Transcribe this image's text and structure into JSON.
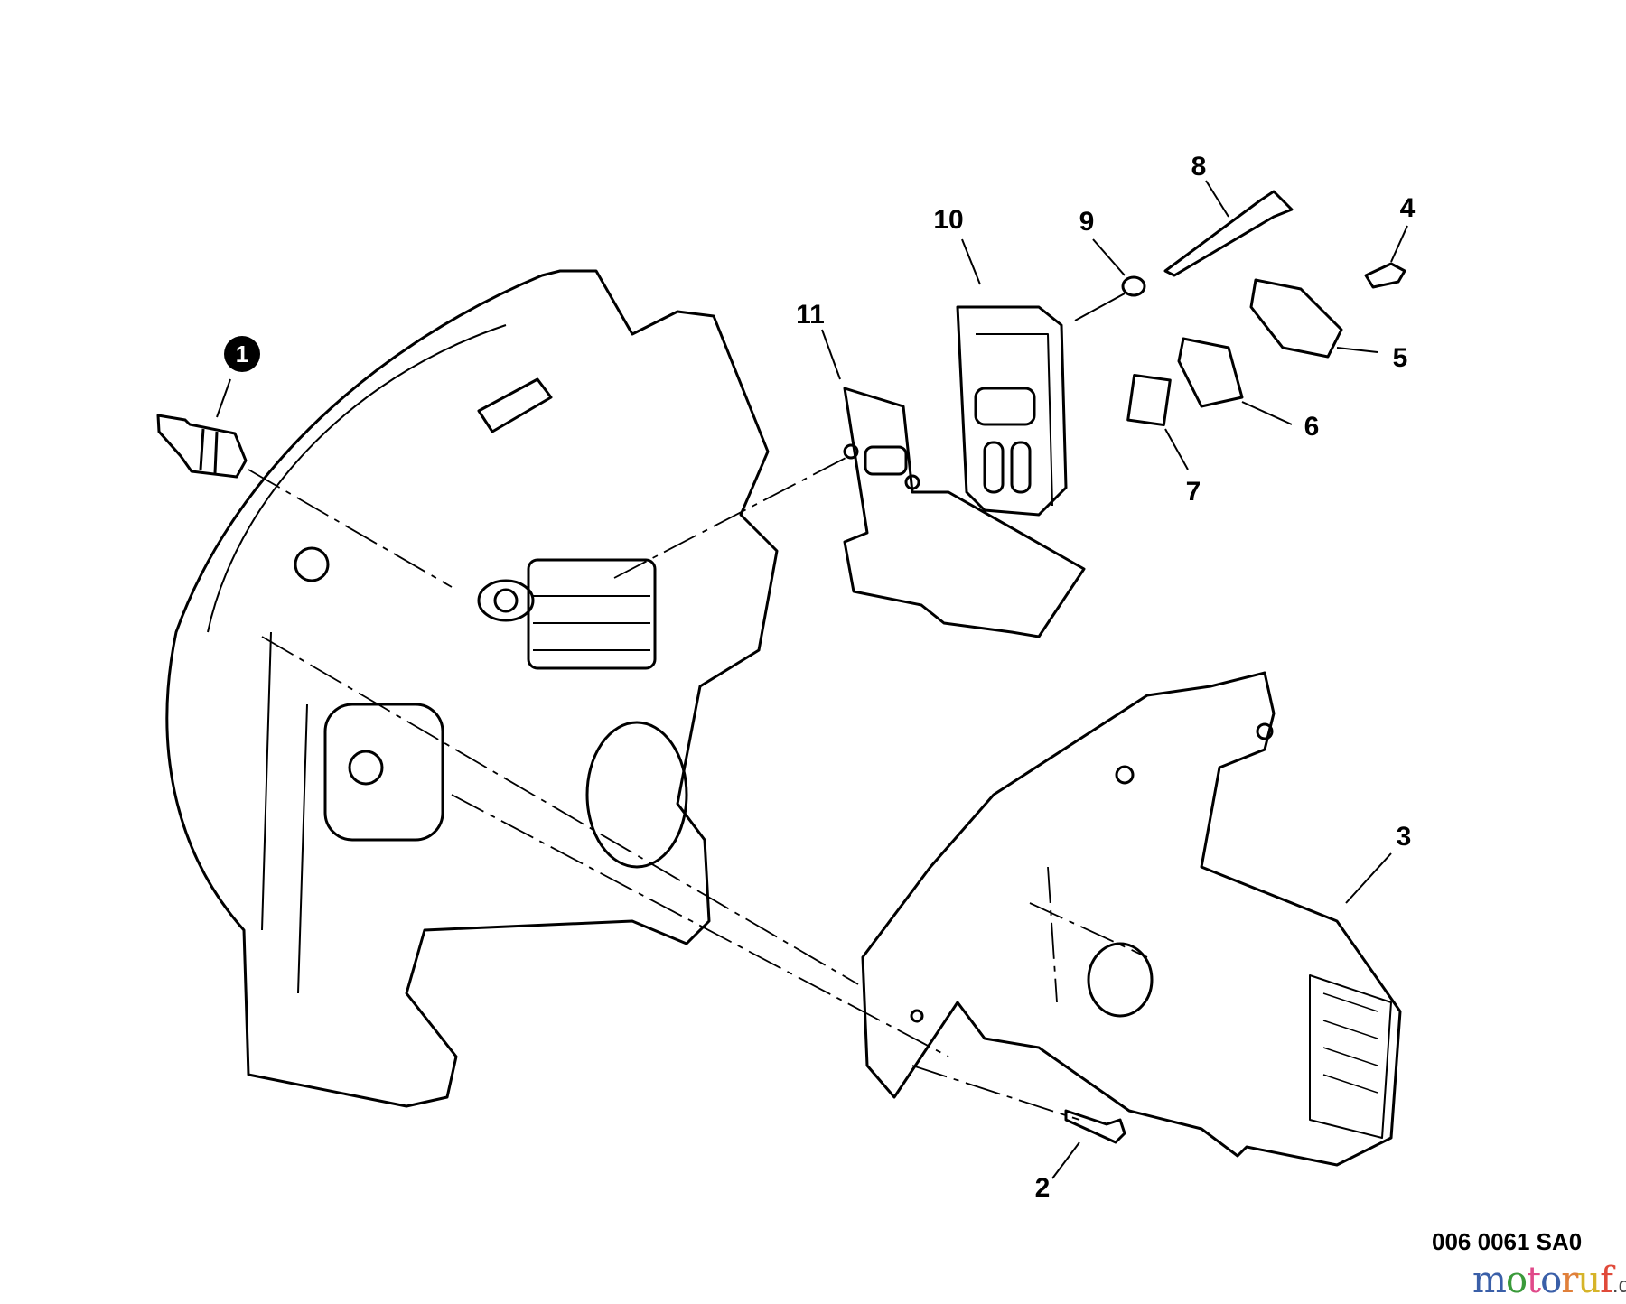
{
  "diagram_code": "006 0061 SA0",
  "watermark": {
    "text": "motoruf",
    "suffix": ".de",
    "colors": [
      "#3a5fa8",
      "#3a9a3a",
      "#e04a8a",
      "#3a5fa8",
      "#e0803a",
      "#d6b42a",
      "#e04a3a"
    ]
  },
  "callouts": [
    {
      "number": "1",
      "style": "filled-circle"
    },
    {
      "number": "2"
    },
    {
      "number": "3"
    },
    {
      "number": "4"
    },
    {
      "number": "5"
    },
    {
      "number": "6"
    },
    {
      "number": "7"
    },
    {
      "number": "8"
    },
    {
      "number": "9"
    },
    {
      "number": "10"
    },
    {
      "number": "11"
    }
  ]
}
